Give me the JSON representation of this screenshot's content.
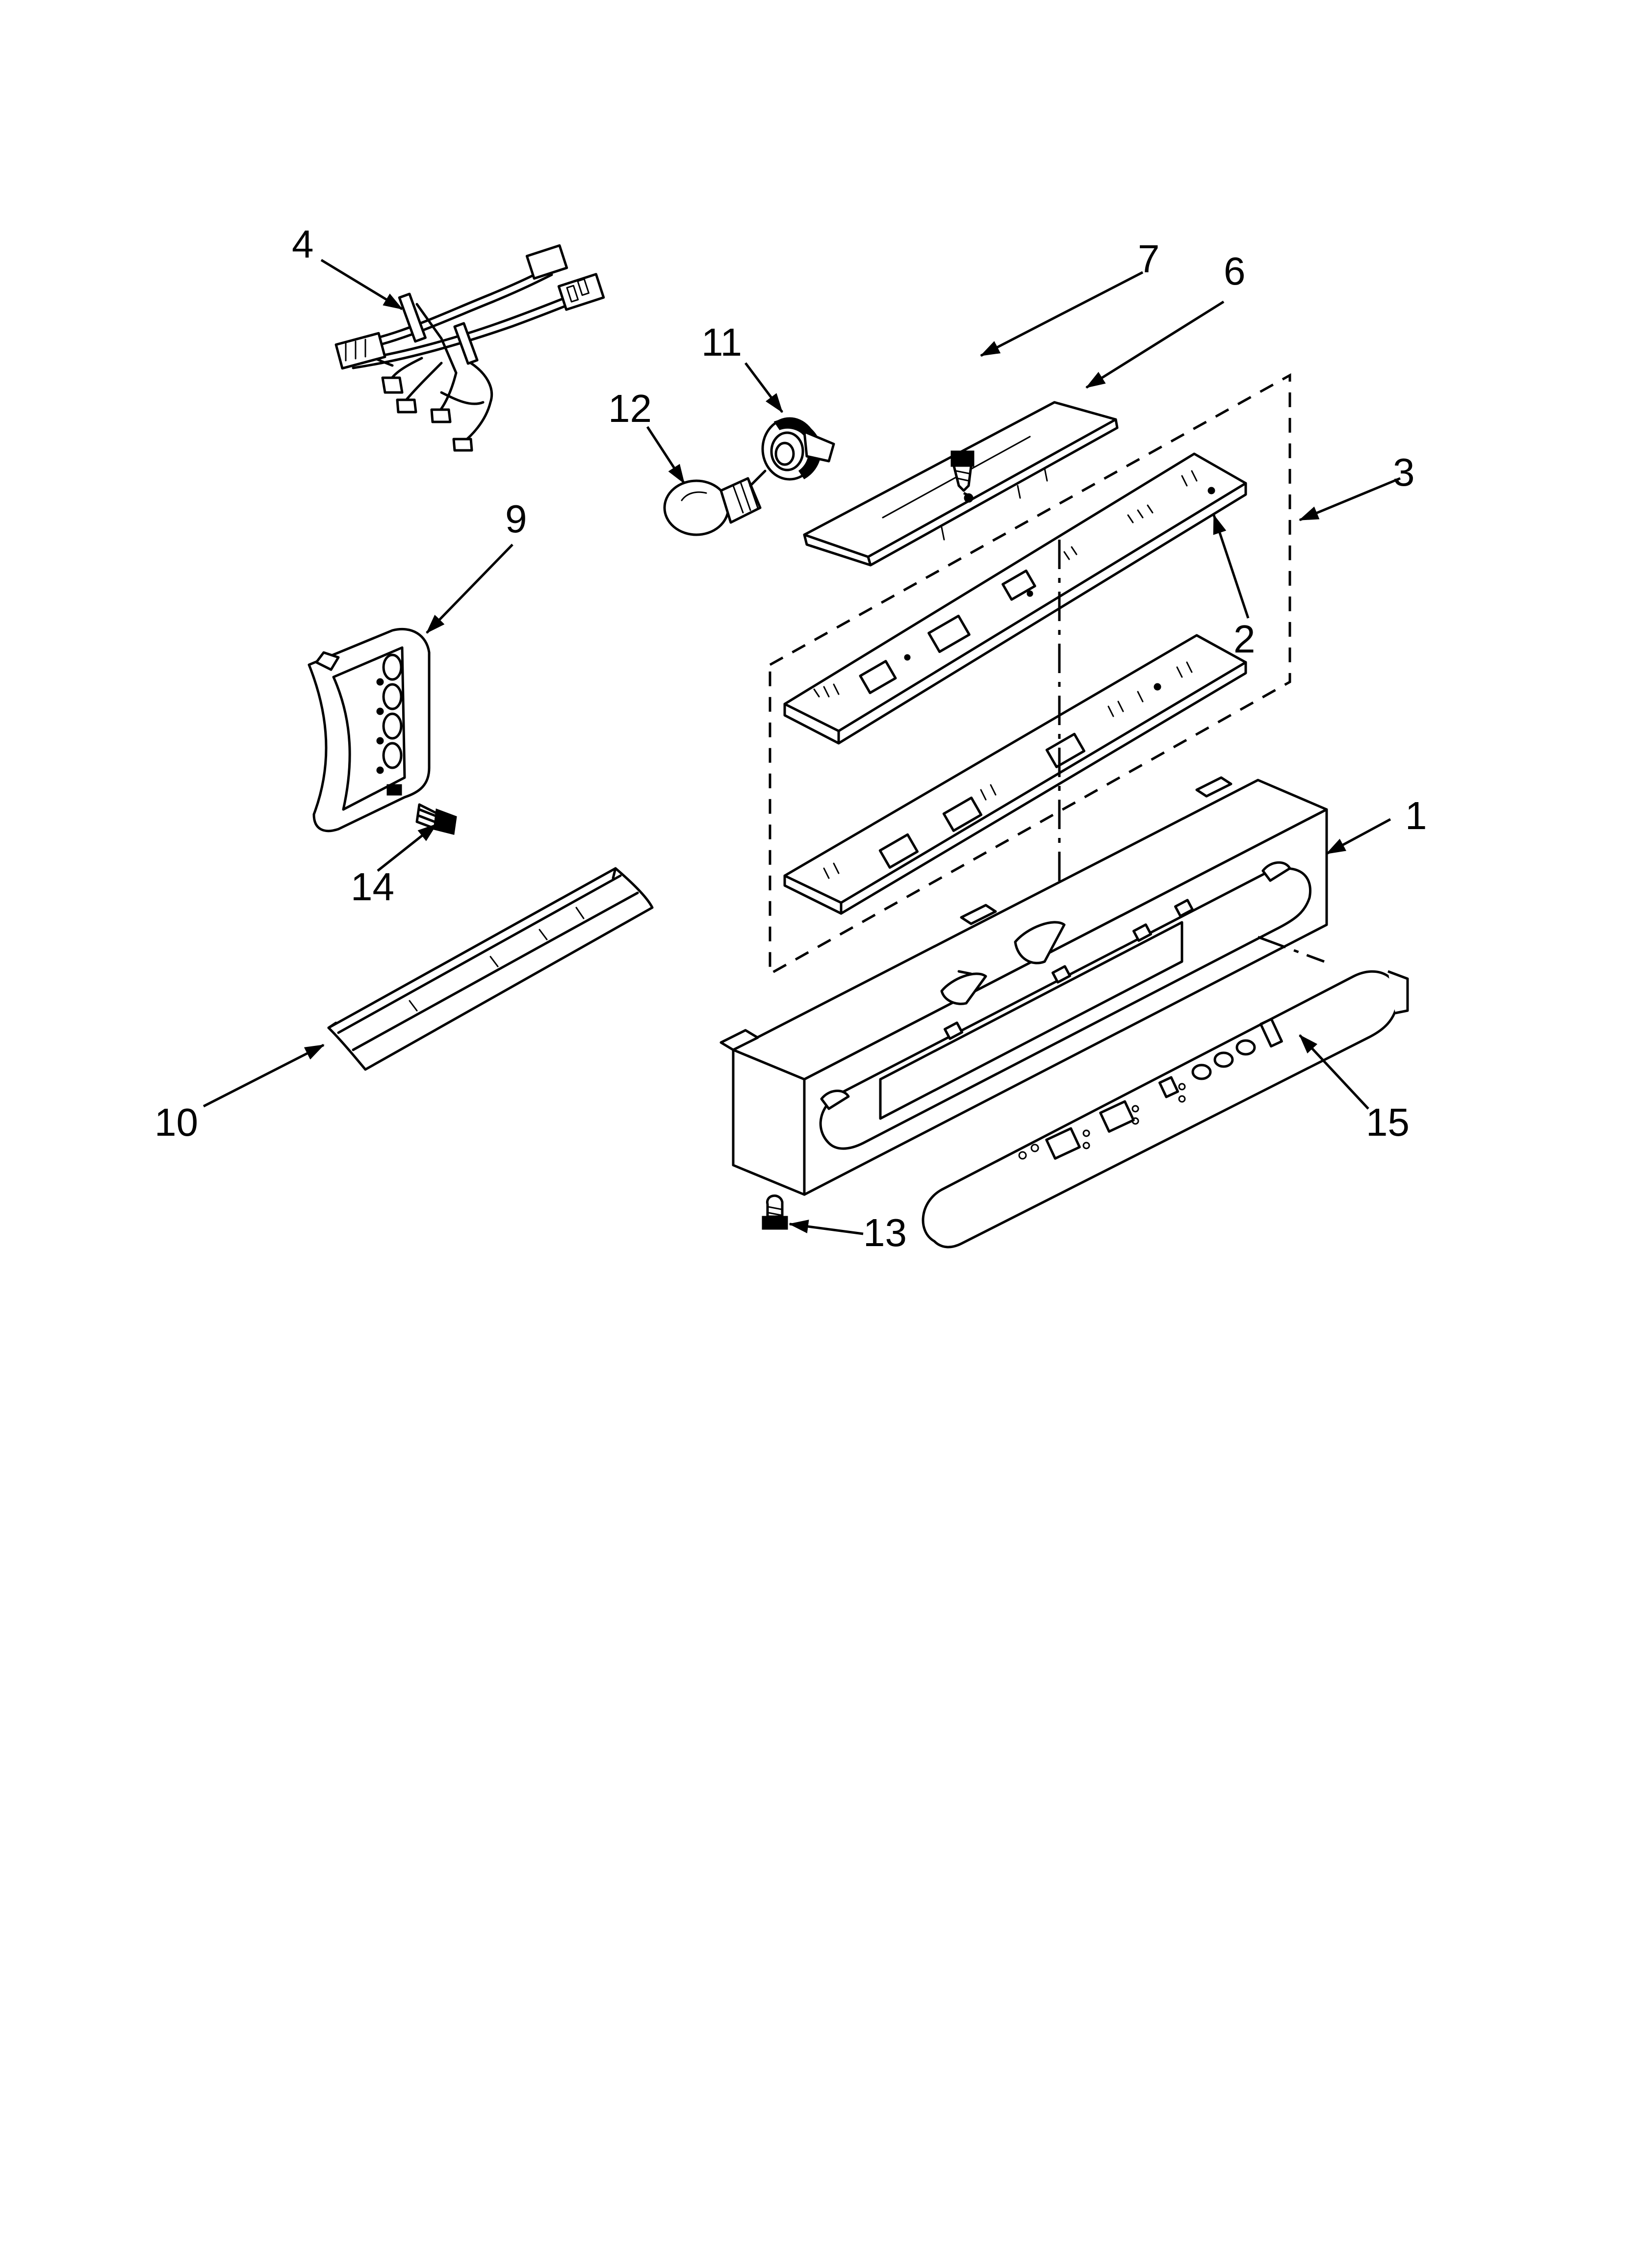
{
  "diagram": {
    "callouts": [
      {
        "id": "1",
        "text": "1"
      },
      {
        "id": "2",
        "text": "2"
      },
      {
        "id": "3",
        "text": "3"
      },
      {
        "id": "4",
        "text": "4"
      },
      {
        "id": "6",
        "text": "6"
      },
      {
        "id": "7",
        "text": "7"
      },
      {
        "id": "9",
        "text": "9"
      },
      {
        "id": "10",
        "text": "10"
      },
      {
        "id": "11",
        "text": "11"
      },
      {
        "id": "12",
        "text": "12"
      },
      {
        "id": "13",
        "text": "13"
      },
      {
        "id": "14",
        "text": "14"
      },
      {
        "id": "15",
        "text": "15"
      }
    ]
  }
}
